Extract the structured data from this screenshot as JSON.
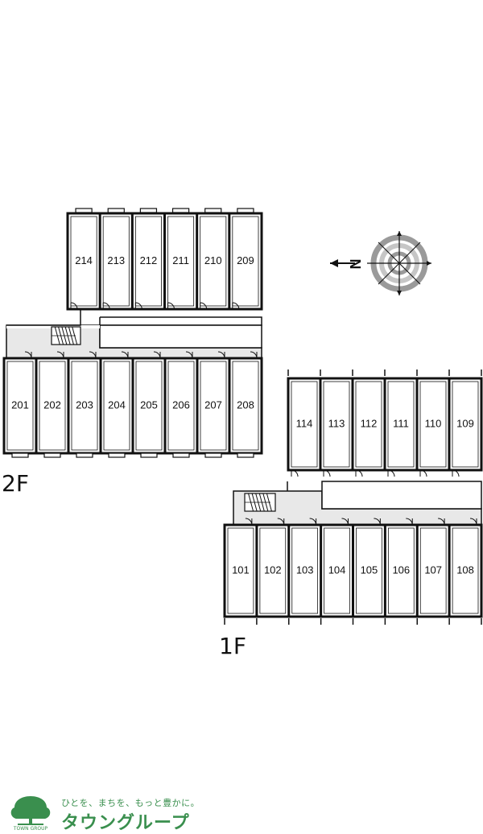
{
  "floor2": {
    "label": "2F",
    "rear_units": [
      "214",
      "213",
      "212",
      "211",
      "210",
      "209"
    ],
    "front_units": [
      "201",
      "202",
      "203",
      "204",
      "205",
      "206",
      "207",
      "208"
    ]
  },
  "floor1": {
    "label": "1F",
    "rear_units": [
      "114",
      "113",
      "112",
      "111",
      "110",
      "109"
    ],
    "front_units": [
      "101",
      "102",
      "103",
      "104",
      "105",
      "106",
      "107",
      "108"
    ]
  },
  "compass": {
    "north_label": "N"
  },
  "brand": {
    "slogan": "ひとを、まちを、もっと豊かに。",
    "name": "タウングループ",
    "logo_caption": "TOWN GROUP"
  },
  "colors": {
    "brand_green": "#3a8f4e",
    "ink": "#111111",
    "corridor": "#e6e6e6"
  }
}
